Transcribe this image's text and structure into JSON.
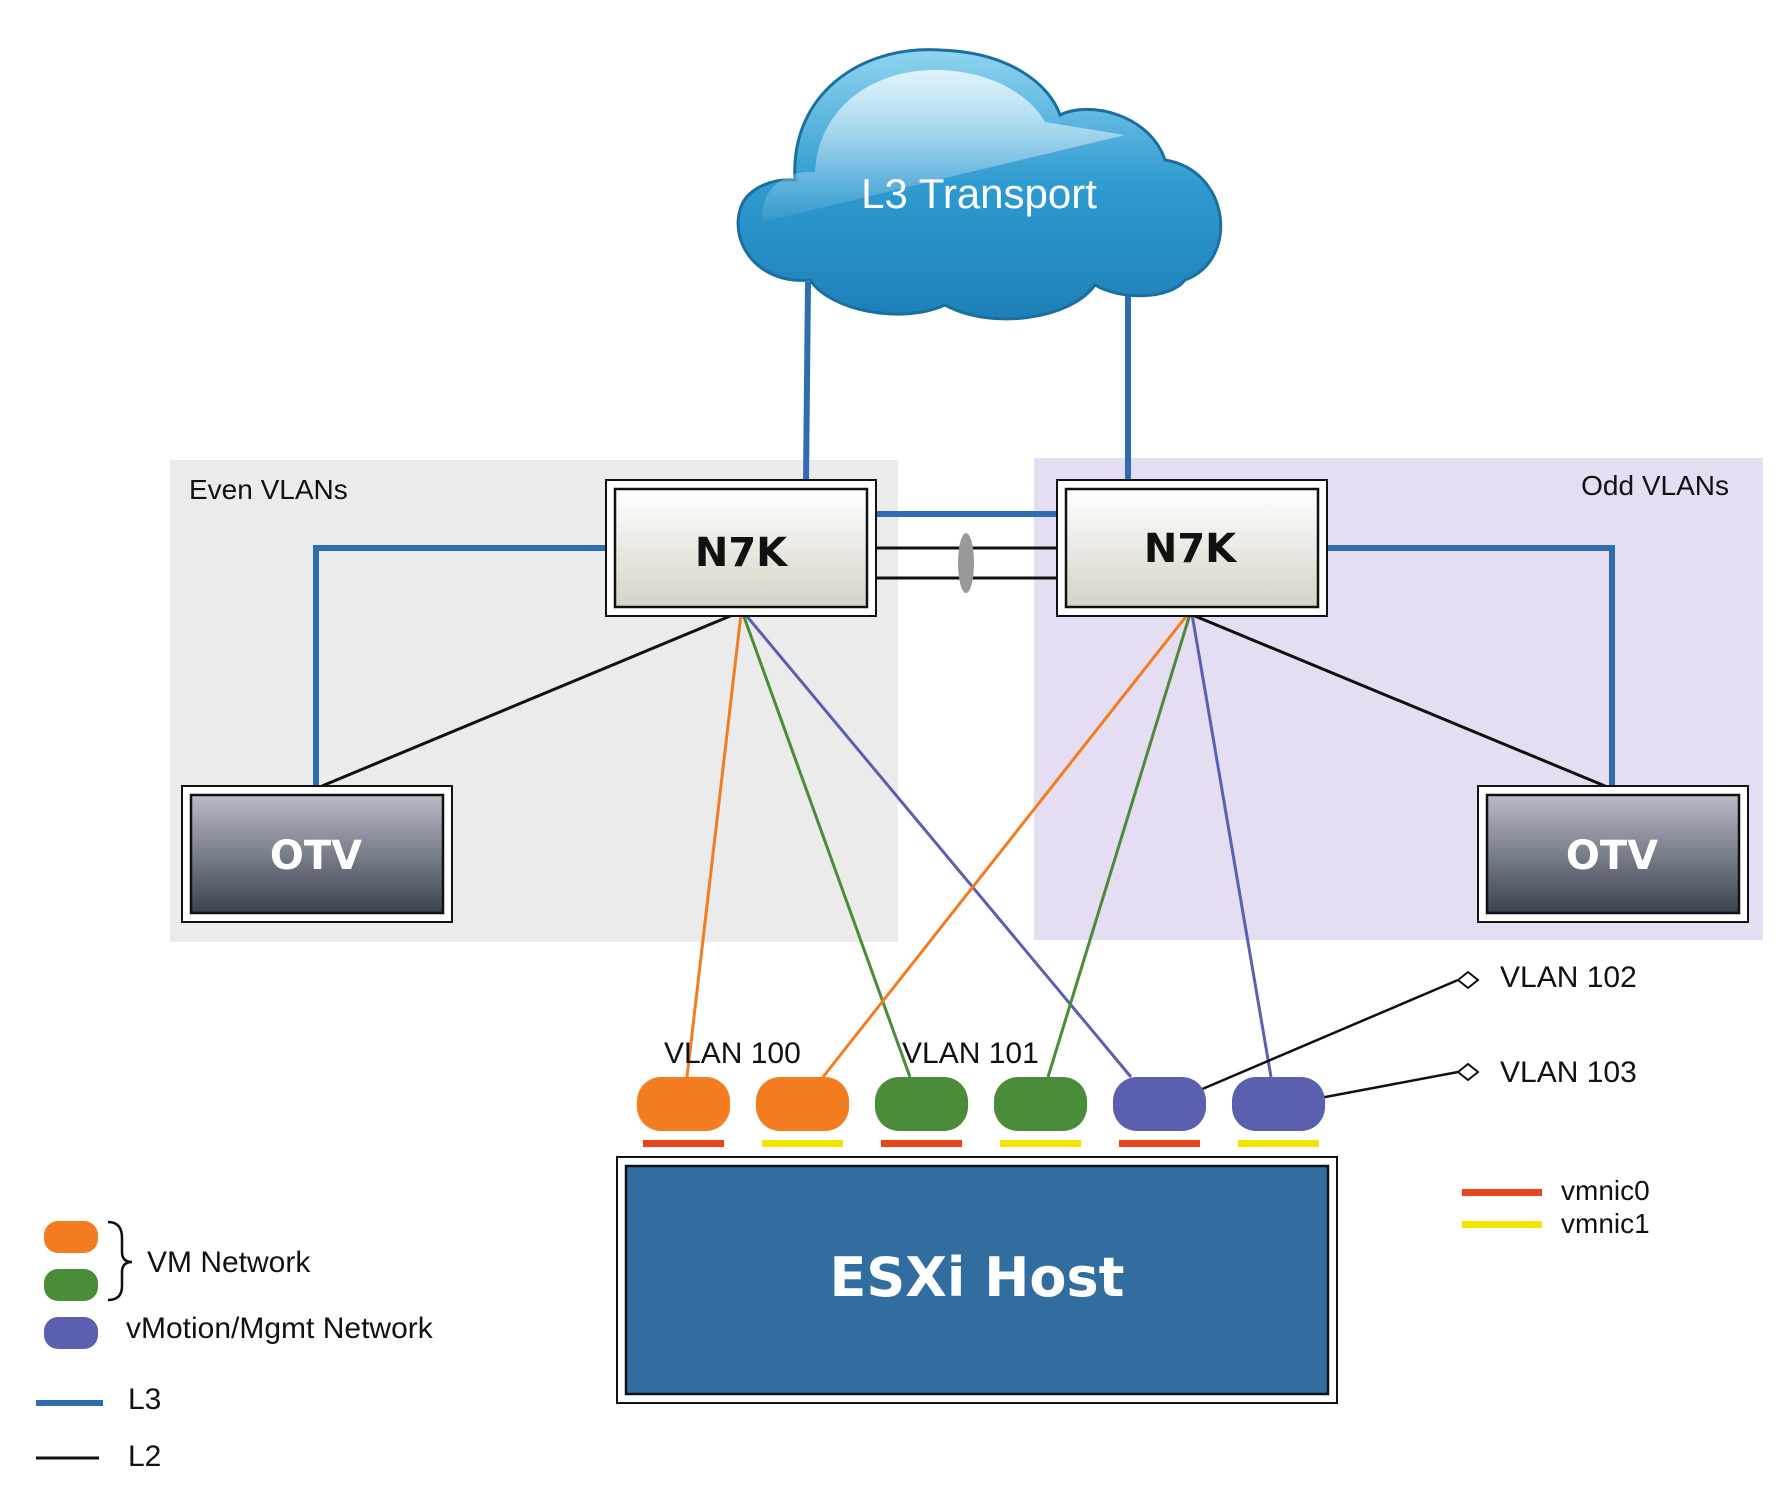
{
  "cloud": {
    "label": "L3 Transport"
  },
  "zones": {
    "even": "Even VLANs",
    "odd": "Odd VLANs"
  },
  "switches": {
    "left": "N7K",
    "right": "N7K"
  },
  "otv": {
    "left": "OTV",
    "right": "OTV"
  },
  "host": {
    "label": "ESXi Host"
  },
  "vlans": {
    "v100": "VLAN 100",
    "v101": "VLAN 101",
    "v102": "VLAN 102",
    "v103": "VLAN 103"
  },
  "nic_legend": {
    "vmnic0": "vmnic0",
    "vmnic1": "vmnic1"
  },
  "legend": {
    "vm_network": "VM Network",
    "vmotion": "vMotion/Mgmt Network",
    "l3": "L3",
    "l2": "L2"
  },
  "colors": {
    "l3_line": "#2f6db3",
    "l2_line": "#111111",
    "orange": "#f47c20",
    "green": "#4a8c3a",
    "purple": "#5a5fb0",
    "vmnic0": "#e8461a",
    "vmnic1": "#f2e600",
    "host_fill": "#326da0",
    "even_zone": "#ebebeb",
    "odd_zone": "#e5ddf1"
  }
}
